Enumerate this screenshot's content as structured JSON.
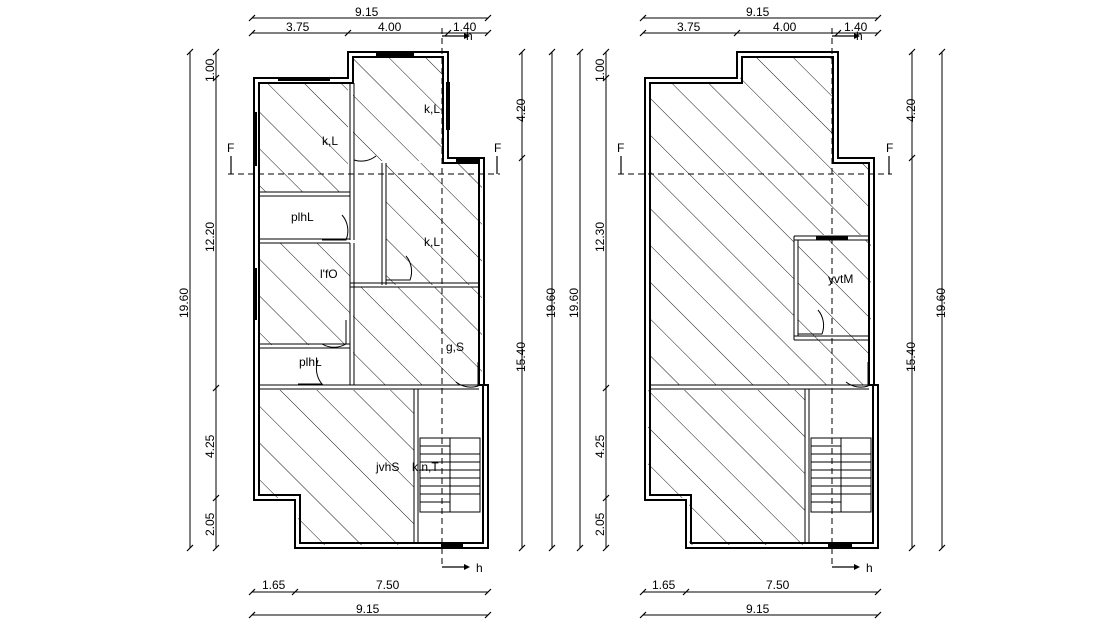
{
  "left_plan": {
    "top_dims": {
      "overall": "9.15",
      "seg_a": "3.75",
      "seg_b": "4.00",
      "seg_c": "1.40"
    },
    "bottom_dims": {
      "seg_a": "1.65",
      "seg_b": "7.50",
      "overall": "9.15"
    },
    "left_dims": {
      "overall": "19.60",
      "seg_a": "1.00",
      "seg_b": "12.20",
      "seg_c": "4.25",
      "seg_d": "2.05"
    },
    "right_dims": {
      "seg_a": "4.20",
      "seg_b": "15.40",
      "overall": "19.60"
    },
    "section_marks": {
      "left": "F",
      "right": "F",
      "top": "h",
      "bottom": "h"
    },
    "rooms": {
      "r1": "k,L",
      "r2": "k,L",
      "r3": "k,L",
      "r4": "plhL",
      "r5": "l'fO",
      "r6": "g,S",
      "r7": "plhL",
      "r8": "jvhS",
      "r9": "k,n,T"
    }
  },
  "right_plan": {
    "top_dims": {
      "overall": "9.15",
      "seg_a": "3.75",
      "seg_b": "4.00",
      "seg_c": "1.40"
    },
    "bottom_dims": {
      "seg_a": "1.65",
      "seg_b": "7.50",
      "overall": "9.15"
    },
    "left_dims": {
      "overall": "19.60",
      "seg_a": "1.00",
      "seg_b": "12.30",
      "seg_c": "4.25",
      "seg_d": "2.05"
    },
    "right_dims": {
      "seg_a": "4.20",
      "seg_b": "15.40",
      "overall": "19.60"
    },
    "section_marks": {
      "left": "F",
      "right": "F",
      "top": "h",
      "bottom": "h"
    },
    "rooms": {
      "r1": "yvtM"
    }
  }
}
